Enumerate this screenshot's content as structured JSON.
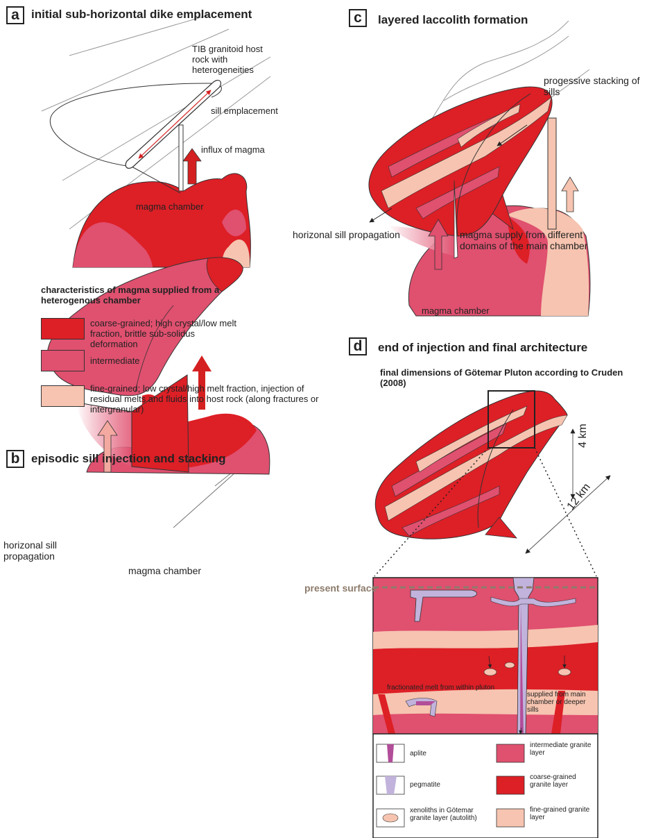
{
  "panels": {
    "a": {
      "letter": "a",
      "title": "initial sub-horizontal dike emplacement",
      "host_rock": "TIB granitoid host rock with heterogeneities",
      "sill": "sill emplacement",
      "influx": "influx of magma",
      "chamber": "magma chamber"
    },
    "legend_top": {
      "title": "characteristics of magma supplied from a heterogenous chamber",
      "items": [
        {
          "text": "coarse-grained; high crystal/low melt fraction, brittle sub-solidus deformation",
          "color": "#dd1f26"
        },
        {
          "text": "intermediate",
          "color": "#e0506f"
        },
        {
          "text": "fine-grained; low crystal/high melt fraction, injection of residual melts and fluids into host rock (along fractures or intergranular)",
          "color": "#f6c4b0"
        }
      ]
    },
    "b": {
      "letter": "b",
      "title": "episodic sill injection and stacking",
      "propagation": "horizonal sill propagation",
      "chamber": "magma chamber"
    },
    "c": {
      "letter": "c",
      "title": "layered laccolith formation",
      "stacking": "progessive stacking of sills",
      "propagation": "horizonal sill propagation",
      "supply": "magma supply from different domains of the main chamber",
      "chamber": "magma chamber"
    },
    "d": {
      "letter": "d",
      "title": "end of injection and final architecture",
      "subtitle": "final dimensions of Götemar Pluton according to Cruden (2008)",
      "height": "4 km",
      "length": "12 km",
      "surface": "present surface",
      "fractionated": "fractionated melt from within pluton",
      "supplied": "supplied from main chamber or deeper sills",
      "legend": [
        {
          "text": "aplite",
          "color": "#b24d99"
        },
        {
          "text": "intermediate granite layer",
          "color": "#e0506f"
        },
        {
          "text": "pegmatite",
          "color": "#c1b3dc"
        },
        {
          "text": "coarse-grained granite layer",
          "color": "#dd1f26"
        },
        {
          "text": "xenoliths in Götemar granite layer (autolith)",
          "color": "#f6c4b0"
        },
        {
          "text": "fine-grained granite layer",
          "color": "#f6c4b0"
        }
      ]
    }
  },
  "colors": {
    "coarse": "#dd1f26",
    "intermediate": "#e0506f",
    "fine": "#f6c4b0",
    "arrow_red": "#d42020",
    "arrow_pink": "#f4a9a0",
    "surface_line": "#8c7b6b",
    "pegmatite": "#c1b3dc",
    "aplite": "#b24d99"
  }
}
